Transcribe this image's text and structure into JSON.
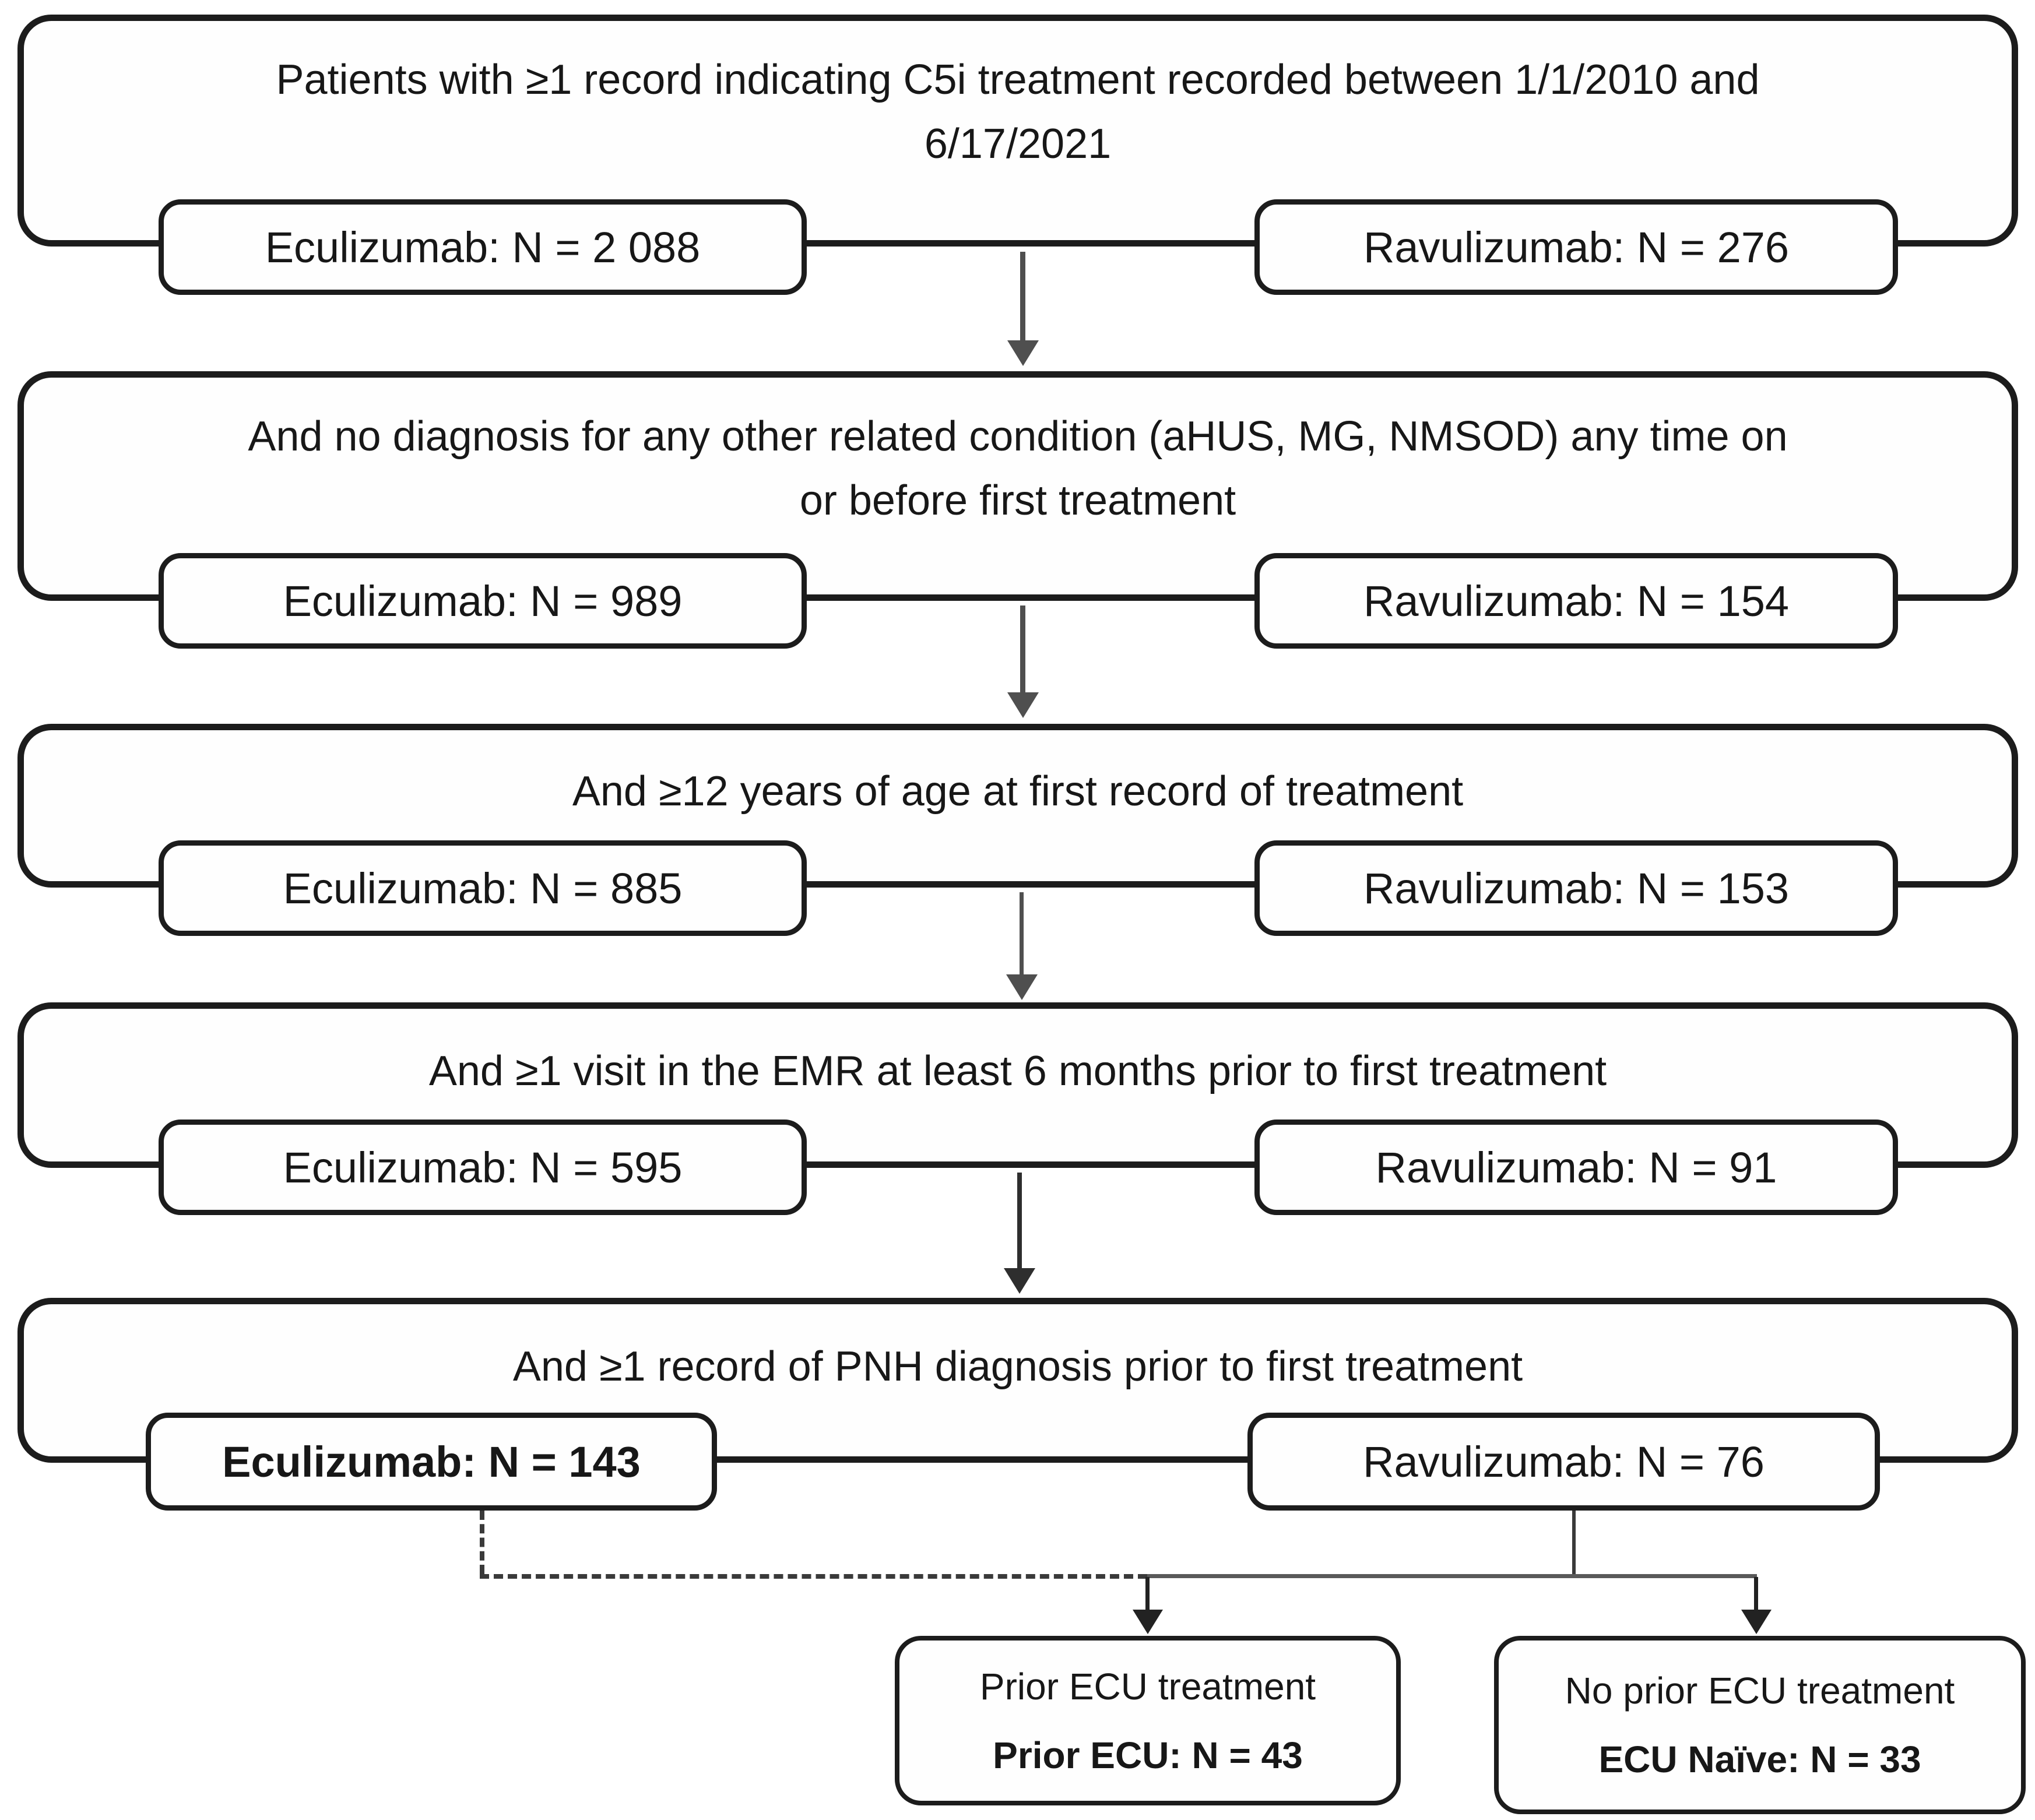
{
  "figure": {
    "background": "#ffffff",
    "box_border_color": "#1c1c1c",
    "arrow_color": "#4f4f4f",
    "connector_color": "#5a5a5a",
    "steps": [
      {
        "criteria_lines": [
          "Patients with ≥1 record indicating C5i treatment recorded between 1/1/2010 and",
          "6/17/2021"
        ],
        "eculizumab_label": "Eculizumab: N = 2 088",
        "ravulizumab_label": "Ravulizumab: N = 276"
      },
      {
        "criteria_lines": [
          "And no diagnosis for any other related condition (aHUS, MG, NMSOD) any time on",
          "or before first treatment"
        ],
        "eculizumab_label": "Eculizumab: N = 989",
        "ravulizumab_label": "Ravulizumab: N = 154"
      },
      {
        "criteria_lines": [
          "And ≥12 years of age at first record of treatment"
        ],
        "eculizumab_label": "Eculizumab: N = 885",
        "ravulizumab_label": "Ravulizumab: N = 153"
      },
      {
        "criteria_lines": [
          "And ≥1 visit in the EMR at least 6 months prior to first treatment"
        ],
        "eculizumab_label": "Eculizumab: N = 595",
        "ravulizumab_label": "Ravulizumab: N = 91"
      },
      {
        "criteria_lines": [
          "And ≥1 record of PNH diagnosis prior to first treatment"
        ],
        "eculizumab_label": "Eculizumab: N = 143",
        "ravulizumab_label": "Ravulizumab: N = 76"
      }
    ],
    "outcomes": {
      "prior": {
        "line1": "Prior ECU treatment",
        "line2": "Prior ECU: N = 43"
      },
      "naive": {
        "line1": "No prior ECU treatment",
        "line2": "ECU Naïve: N = 33"
      }
    }
  }
}
